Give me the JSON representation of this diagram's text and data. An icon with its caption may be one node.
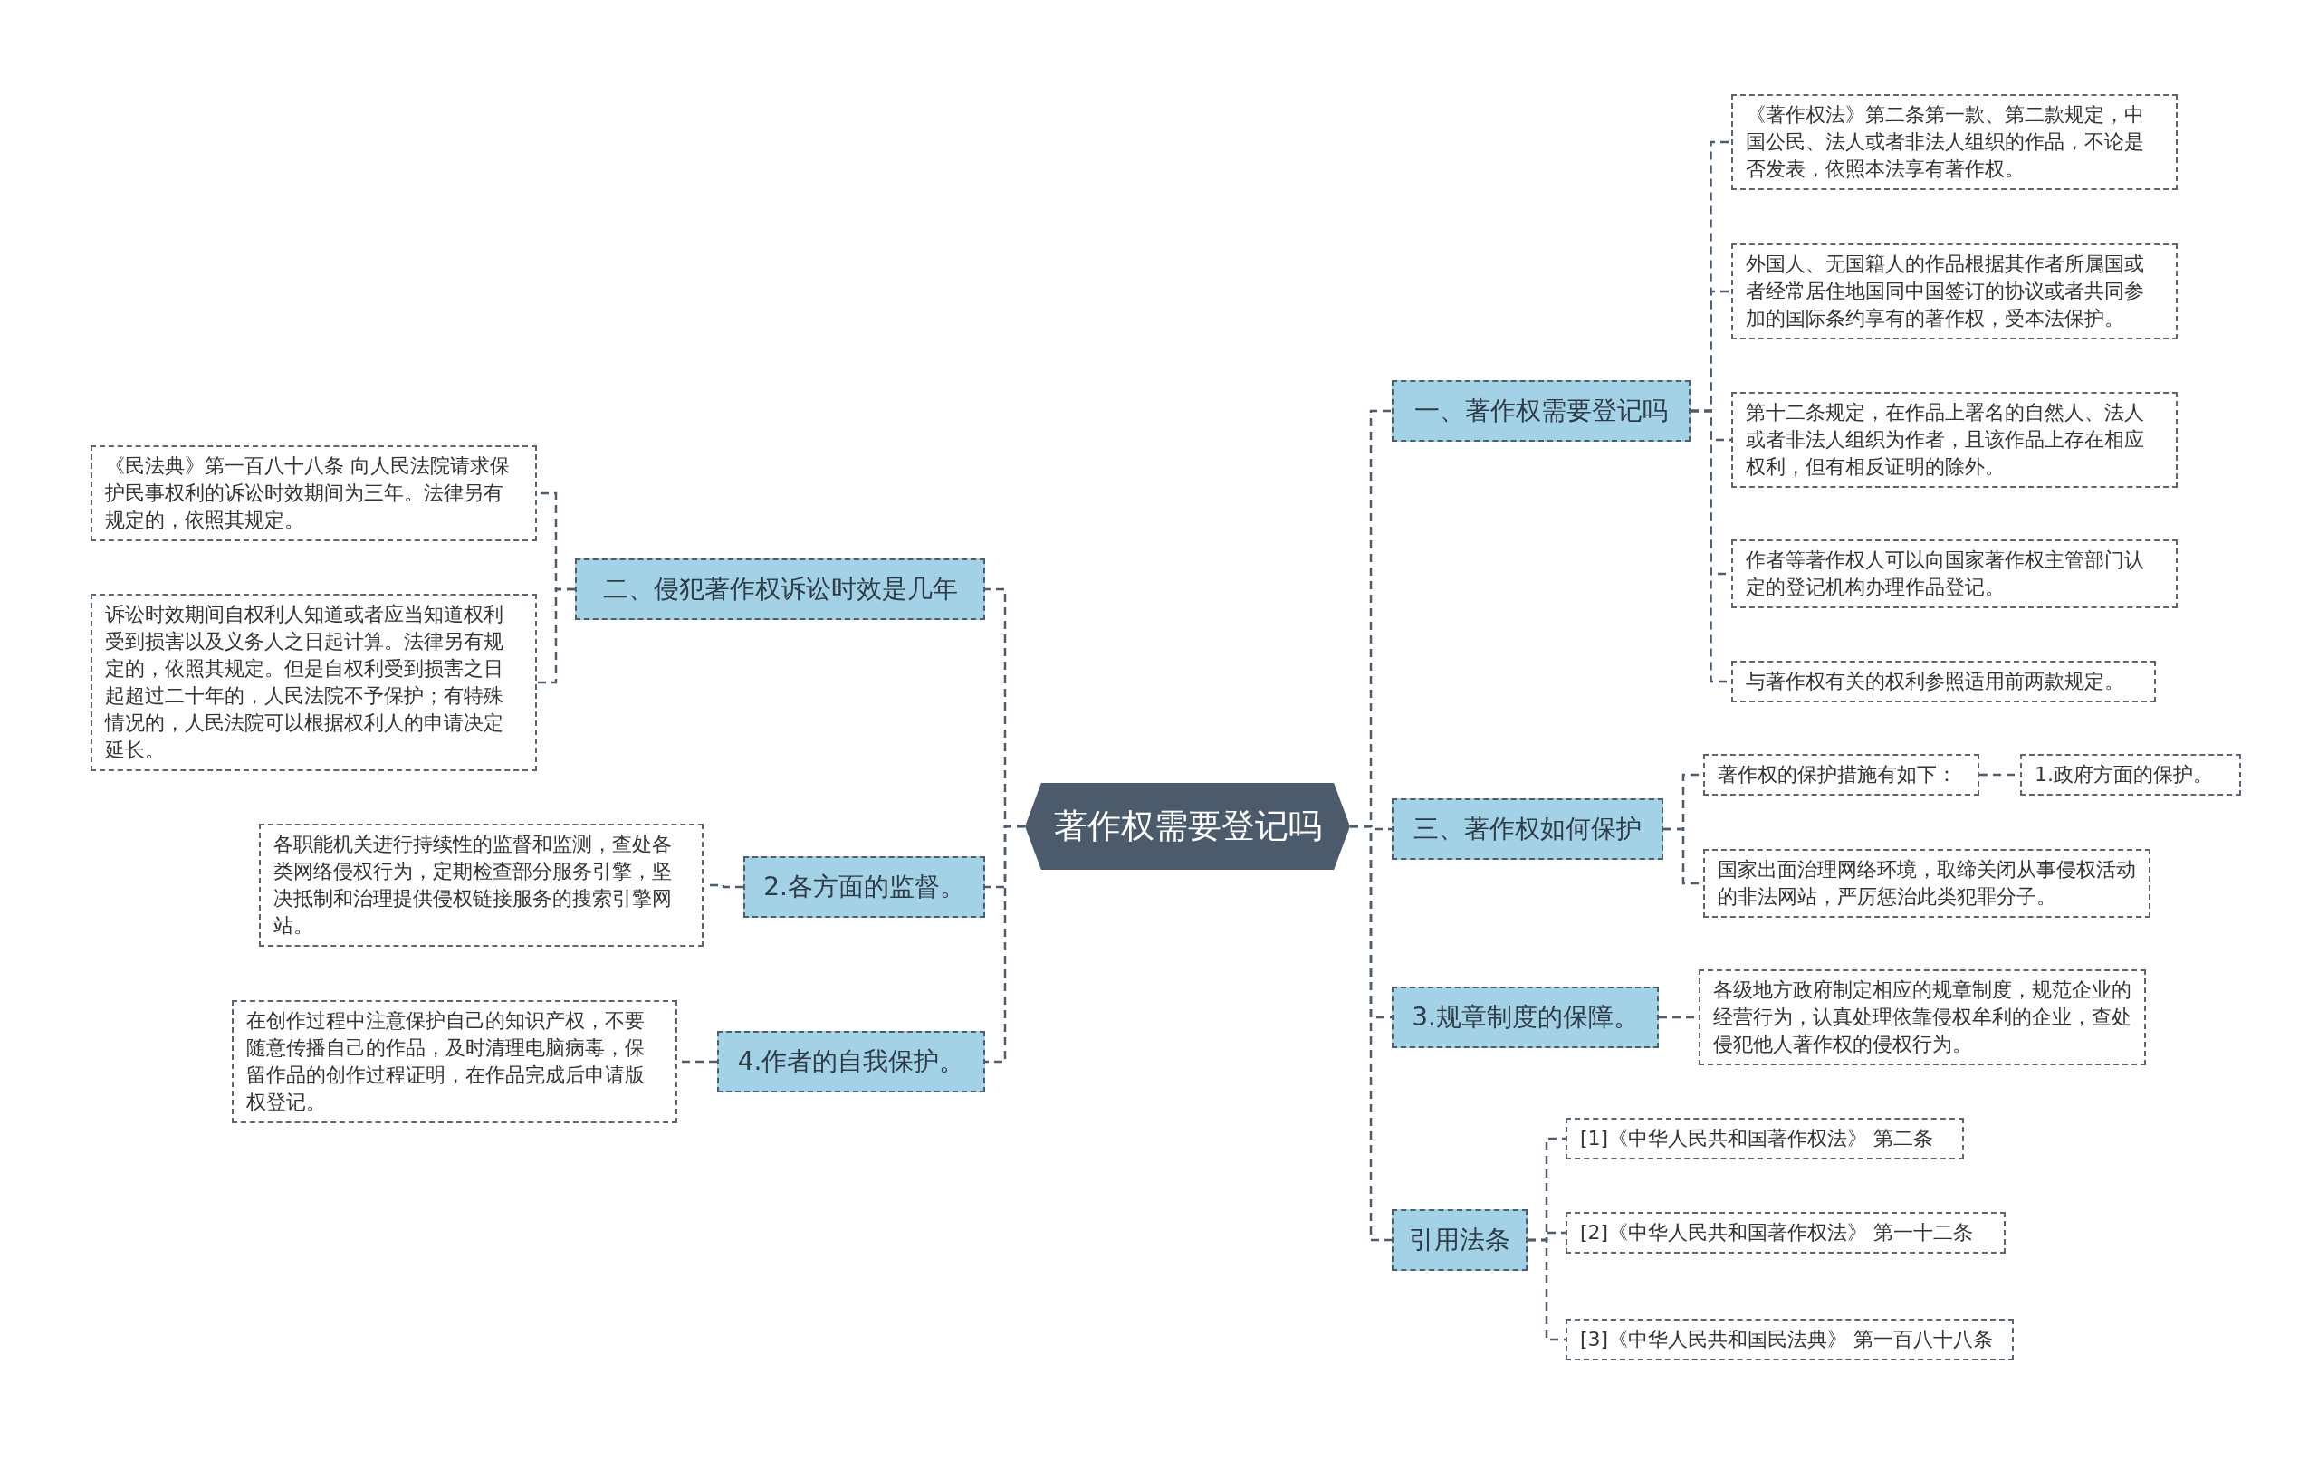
{
  "diagram": {
    "nodes": [
      {
        "text": [
          "著作权需要登记吗"
        ]
      },
      {
        "text": [
          "一、著作权需要登记吗"
        ]
      },
      {
        "text": [
          "《著作权法》第二条第一款、第二款规定，中国公民、法人或者非法人组织的作品，不论是否发表，依照本法享有著作权。"
        ]
      },
      {
        "text": [
          "外国人、无国籍人的作品根据其作者所属国或者经常居住地国同中国签订的协议或者共同参加的国际条约享有的著作权，受本法保护。"
        ]
      },
      {
        "text": [
          "第十二条规定，在作品上署名的自然人、法人或者非法人组织为作者，且该作品上存在相应权利，但有相反证明的除外。"
        ]
      },
      {
        "text": [
          "作者等著作权人可以向国家著作权主管部门认定的登记机构办理作品登记。"
        ]
      },
      {
        "text": [
          "与著作权有关的权利参照适用前两款规定。"
        ]
      },
      {
        "text": [
          "三、著作权如何保护"
        ]
      },
      {
        "text": [
          "著作权的保护措施有如下："
        ]
      },
      {
        "text": [
          "1.政府方面的保护。"
        ]
      },
      {
        "text": [
          "国家出面治理网络环境，取缔关闭从事侵权活动的非法网站，严厉惩治此类犯罪分子。"
        ]
      },
      {
        "text": [
          "3.规章制度的保障。"
        ]
      },
      {
        "text": [
          "各级地方政府制定相应的规章制度，规范企业的经营行为，认真处理依靠侵权牟利的企业，查处侵犯他人著作权的侵权行为。"
        ]
      },
      {
        "text": [
          "引用法条"
        ]
      },
      {
        "text": [
          "[1]《中华人民共和国著作权法》 第二条"
        ]
      },
      {
        "text": [
          "[2]《中华人民共和国著作权法》 第一十二条"
        ]
      },
      {
        "text": [
          "[3]《中华人民共和国民法典》 第一百八十八条"
        ]
      },
      {
        "text": [
          "二、侵犯著作权诉讼时效是几年"
        ]
      },
      {
        "text": [
          "《民法典》第一百八十八条 向人民法院请求保护民事权利的诉讼时效期间为三年。法律另有规定的，依照其规定。"
        ]
      },
      {
        "text": [
          "诉讼时效期间自权利人知道或者应当知道权利受到损害以及义务人之日起计算。法律另有规定的，依照其规定。但是自权利受到损害之日起超过二十年的，人民法院不予保护；有特殊情况的，人民法院可以根据权利人的申请决定延长。"
        ]
      },
      {
        "text": [
          "2.各方面的监督。"
        ]
      },
      {
        "text": [
          "各职能机关进行持续性的监督和监测，查处各类网络侵权行为，定期检查部分服务引擎，坚决抵制和治理提供侵权链接服务的搜索引擎网站。"
        ]
      },
      {
        "text": [
          "4.作者的自我保护。"
        ]
      },
      {
        "text": [
          "在创作过程中注意保护自己的知识产权，不要随意传播自己的作品，及时清理电脑病毒，保留作品的创作过程证明，在作品完成后申请版权登记。"
        ]
      }
    ],
    "edges": [
      {
        "from": 0,
        "to": 1,
        "arrow": "none"
      },
      {
        "from": 1,
        "to": 2,
        "arrow": "none"
      },
      {
        "from": 1,
        "to": 3,
        "arrow": "none"
      },
      {
        "from": 1,
        "to": 4,
        "arrow": "none"
      },
      {
        "from": 1,
        "to": 5,
        "arrow": "none"
      },
      {
        "from": 1,
        "to": 6,
        "arrow": "none"
      },
      {
        "from": 0,
        "to": 7,
        "arrow": "none"
      },
      {
        "from": 7,
        "to": 8,
        "arrow": "none"
      },
      {
        "from": 8,
        "to": 9,
        "arrow": "none"
      },
      {
        "from": 7,
        "to": 10,
        "arrow": "none"
      },
      {
        "from": 0,
        "to": 11,
        "arrow": "none"
      },
      {
        "from": 11,
        "to": 12,
        "arrow": "none"
      },
      {
        "from": 0,
        "to": 13,
        "arrow": "none"
      },
      {
        "from": 13,
        "to": 14,
        "arrow": "none"
      },
      {
        "from": 13,
        "to": 15,
        "arrow": "none"
      },
      {
        "from": 13,
        "to": 16,
        "arrow": "none"
      },
      {
        "from": 0,
        "to": 17,
        "arrow": "none"
      },
      {
        "from": 17,
        "to": 18,
        "arrow": "none"
      },
      {
        "from": 17,
        "to": 19,
        "arrow": "none"
      },
      {
        "from": 0,
        "to": 20,
        "arrow": "none"
      },
      {
        "from": 20,
        "to": 21,
        "arrow": "none"
      },
      {
        "from": 0,
        "to": 22,
        "arrow": "none"
      },
      {
        "from": 22,
        "to": 23,
        "arrow": "none"
      }
    ]
  }
}
